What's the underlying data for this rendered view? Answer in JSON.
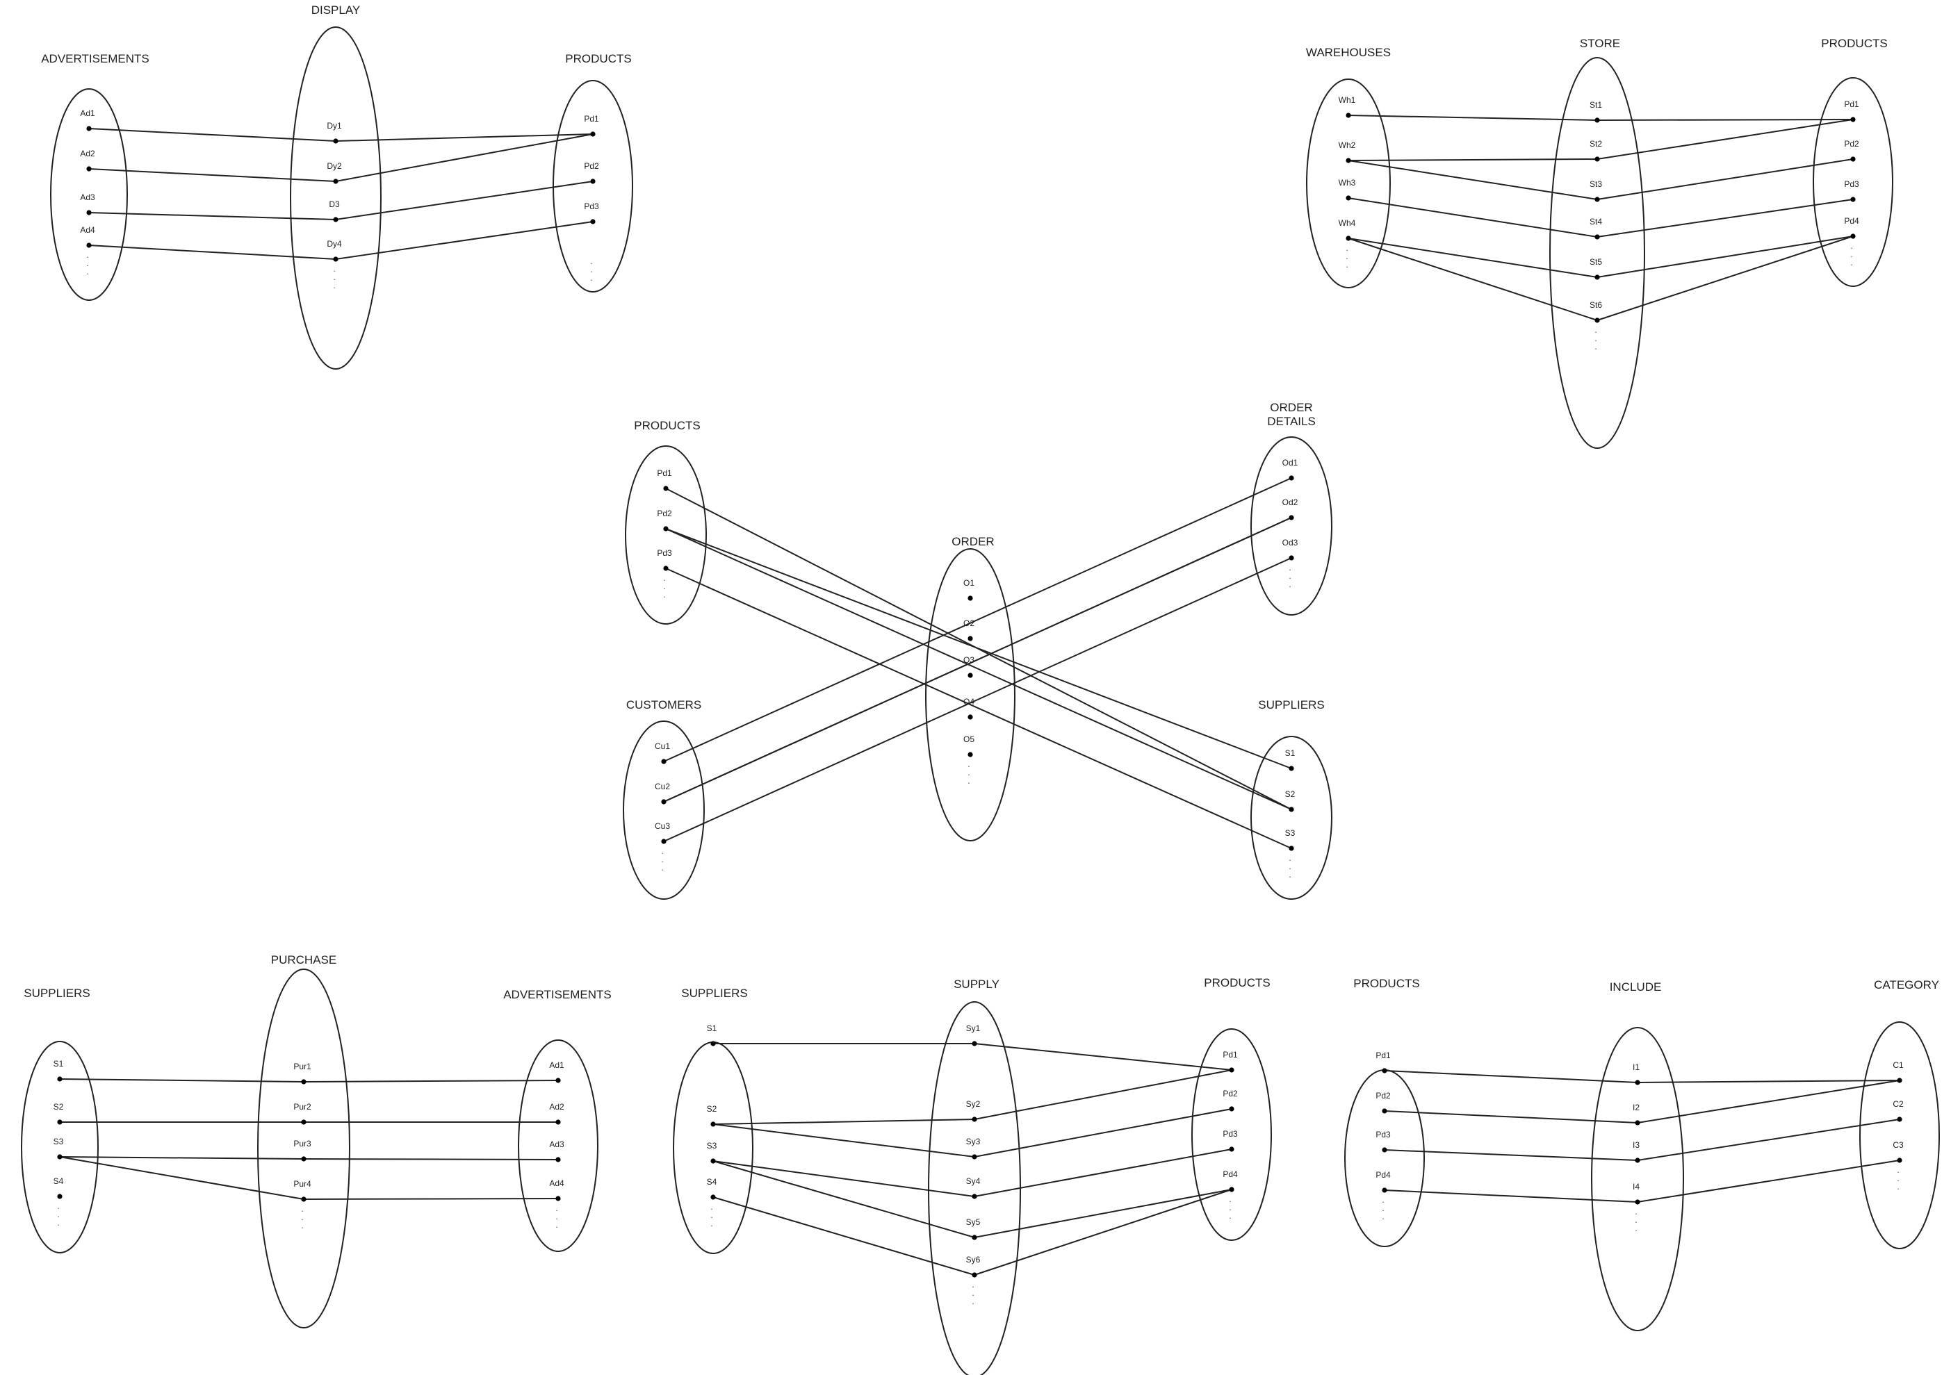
{
  "diagrams": [
    {
      "id": "display",
      "sets": [
        {
          "id": "ads",
          "title": "ADVERTISEMENTS",
          "elements": [
            "Ad1",
            "Ad2",
            "Ad3",
            "Ad4"
          ],
          "more": true
        },
        {
          "id": "dy",
          "title": "DISPLAY",
          "elements": [
            "Dy1",
            "Dy2",
            "D3",
            "Dy4"
          ],
          "more": true
        },
        {
          "id": "pd",
          "title": "PRODUCTS",
          "elements": [
            "Pd1",
            "Pd2",
            "Pd3"
          ],
          "more": true
        }
      ],
      "links": [
        [
          "ads.0",
          "dy.0"
        ],
        [
          "ads.1",
          "dy.1"
        ],
        [
          "ads.2",
          "dy.2"
        ],
        [
          "ads.3",
          "dy.3"
        ],
        [
          "dy.0",
          "pd.0"
        ],
        [
          "dy.1",
          "pd.0"
        ],
        [
          "dy.2",
          "pd.1"
        ],
        [
          "dy.3",
          "pd.2"
        ]
      ]
    },
    {
      "id": "store",
      "sets": [
        {
          "id": "wh",
          "title": "WAREHOUSES",
          "elements": [
            "Wh1",
            "Wh2",
            "Wh3",
            "Wh4"
          ],
          "more": true
        },
        {
          "id": "st",
          "title": "STORE",
          "elements": [
            "St1",
            "St2",
            "St3",
            "St4",
            "St5",
            "St6"
          ],
          "more": true
        },
        {
          "id": "pd",
          "title": "PRODUCTS",
          "elements": [
            "Pd1",
            "Pd2",
            "Pd3",
            "Pd4"
          ],
          "more": true
        }
      ],
      "links": [
        [
          "wh.0",
          "st.0"
        ],
        [
          "wh.1",
          "st.1"
        ],
        [
          "wh.1",
          "st.2"
        ],
        [
          "wh.2",
          "st.3"
        ],
        [
          "wh.3",
          "st.4"
        ],
        [
          "wh.3",
          "st.5"
        ],
        [
          "st.0",
          "pd.0"
        ],
        [
          "st.1",
          "pd.0"
        ],
        [
          "st.2",
          "pd.1"
        ],
        [
          "st.3",
          "pd.2"
        ],
        [
          "st.4",
          "pd.3"
        ],
        [
          "st.5",
          "pd.3"
        ]
      ]
    },
    {
      "id": "order",
      "sets": [
        {
          "id": "pd",
          "title": "PRODUCTS",
          "elements": [
            "Pd1",
            "Pd2",
            "Pd3"
          ],
          "more": true
        },
        {
          "id": "od",
          "title": "ORDER DETAILS",
          "title_lines": [
            "ORDER",
            "DETAILS"
          ],
          "elements": [
            "Od1",
            "Od2",
            "Od3"
          ],
          "more": true
        },
        {
          "id": "or",
          "title": "ORDER",
          "elements": [
            "O1",
            "O2",
            "O3",
            "O4",
            "O5"
          ],
          "more": true
        },
        {
          "id": "cu",
          "title": "CUSTOMERS",
          "elements": [
            "Cu1",
            "Cu2",
            "Cu3"
          ],
          "more": true
        },
        {
          "id": "su",
          "title": "SUPPLIERS",
          "elements": [
            "S1",
            "S2",
            "S3"
          ],
          "more": true
        }
      ],
      "links": [
        [
          "pd.0",
          "su.1"
        ],
        [
          "pd.1",
          "su.0"
        ],
        [
          "pd.1",
          "su.1"
        ],
        [
          "pd.2",
          "su.2"
        ],
        [
          "cu.0",
          "od.0"
        ],
        [
          "cu.1",
          "od.1"
        ],
        [
          "cu.1",
          "od.1"
        ],
        [
          "cu.2",
          "od.2"
        ]
      ]
    },
    {
      "id": "purchase",
      "sets": [
        {
          "id": "su",
          "title": "SUPPLIERS",
          "elements": [
            "S1",
            "S2",
            "S3",
            "S4"
          ],
          "more": true
        },
        {
          "id": "pu",
          "title": "PURCHASE",
          "elements": [
            "Pur1",
            "Pur2",
            "Pur3",
            "Pur4"
          ],
          "more": true
        },
        {
          "id": "ad",
          "title": "ADVERTISEMENTS",
          "elements": [
            "Ad1",
            "Ad2",
            "Ad3",
            "Ad4"
          ],
          "more": true
        }
      ],
      "links": [
        [
          "su.0",
          "pu.0"
        ],
        [
          "su.1",
          "pu.1"
        ],
        [
          "su.2",
          "pu.2"
        ],
        [
          "su.2",
          "pu.3"
        ],
        [
          "pu.0",
          "ad.0"
        ],
        [
          "pu.1",
          "ad.1"
        ],
        [
          "pu.2",
          "ad.2"
        ],
        [
          "pu.3",
          "ad.3"
        ]
      ]
    },
    {
      "id": "supply",
      "sets": [
        {
          "id": "su",
          "title": "SUPPLIERS",
          "elements": [
            "S1",
            "S2",
            "S3",
            "S4"
          ],
          "more": true
        },
        {
          "id": "sy",
          "title": "SUPPLY",
          "elements": [
            "Sy1",
            "Sy2",
            "Sy3",
            "Sy4",
            "Sy5",
            "Sy6"
          ],
          "more": true
        },
        {
          "id": "pd",
          "title": "PRODUCTS",
          "elements": [
            "Pd1",
            "Pd2",
            "Pd3",
            "Pd4"
          ],
          "more": true
        }
      ],
      "links": [
        [
          "su.0",
          "sy.0"
        ],
        [
          "su.1",
          "sy.1"
        ],
        [
          "su.1",
          "sy.2"
        ],
        [
          "su.2",
          "sy.3"
        ],
        [
          "su.2",
          "sy.4"
        ],
        [
          "su.3",
          "sy.5"
        ],
        [
          "sy.0",
          "pd.0"
        ],
        [
          "sy.1",
          "pd.0"
        ],
        [
          "sy.2",
          "pd.1"
        ],
        [
          "sy.3",
          "pd.2"
        ],
        [
          "sy.4",
          "pd.3"
        ],
        [
          "sy.5",
          "pd.3"
        ]
      ]
    },
    {
      "id": "include",
      "sets": [
        {
          "id": "pd",
          "title": "PRODUCTS",
          "elements": [
            "Pd1",
            "Pd2",
            "Pd3",
            "Pd4"
          ],
          "more": true
        },
        {
          "id": "in",
          "title": "INCLUDE",
          "elements": [
            "I1",
            "I2",
            "I3",
            "I4"
          ],
          "more": true
        },
        {
          "id": "ca",
          "title": "CATEGORY",
          "elements": [
            "C1",
            "C2",
            "C3"
          ],
          "more": true
        }
      ],
      "links": [
        [
          "pd.0",
          "in.0"
        ],
        [
          "pd.1",
          "in.1"
        ],
        [
          "pd.2",
          "in.2"
        ],
        [
          "pd.3",
          "in.3"
        ],
        [
          "in.0",
          "ca.0"
        ],
        [
          "in.1",
          "ca.0"
        ],
        [
          "in.2",
          "ca.1"
        ],
        [
          "in.3",
          "ca.2"
        ]
      ]
    }
  ]
}
